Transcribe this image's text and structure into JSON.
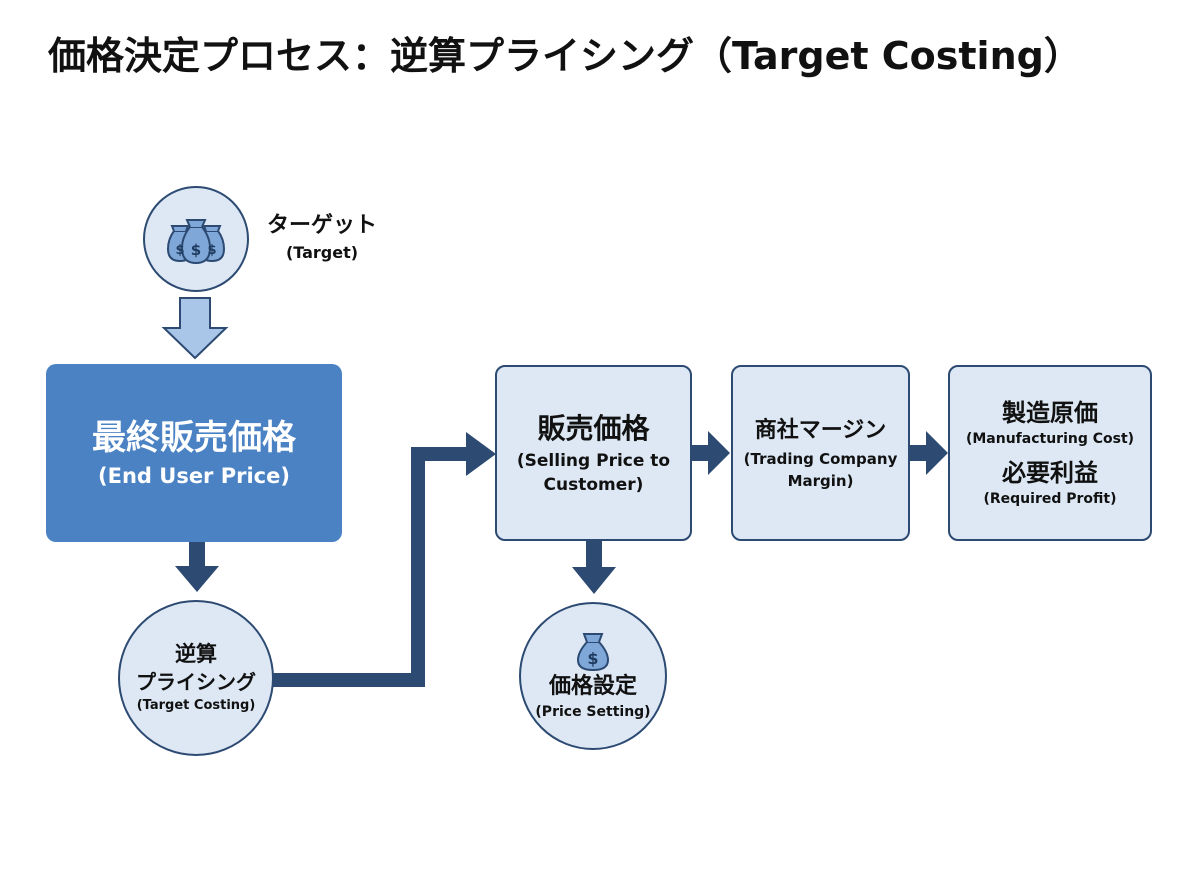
{
  "title": "価格決定プロセス：逆算プライシング（Target Costing）",
  "target": {
    "jp": "ターゲット",
    "en": "(Target)"
  },
  "end_user": {
    "jp": "最終販売価格",
    "en": "(End User Price)"
  },
  "reverse": {
    "jp1": "逆算",
    "jp2": "プライシング",
    "en": "(Target Costing)"
  },
  "selling": {
    "jp": "販売価格",
    "en1": "(Selling Price to",
    "en2": "Customer)"
  },
  "trading": {
    "jp": "商社マージン",
    "en1": "(Trading Company",
    "en2": "Margin)"
  },
  "manufacturing": {
    "jp1": "製造原価",
    "en1": "(Manufacturing Cost)",
    "jp2": "必要利益",
    "en2": "(Required Profit)"
  },
  "price_setting": {
    "jp": "価格設定",
    "en": "(Price Setting)"
  },
  "colors": {
    "accent": "#4a82c4",
    "light_fill": "#dde8f4",
    "stroke": "#2c4a72",
    "arrow_dark": "#2c4a72",
    "arrow_light": "#a9c6e8"
  },
  "icons": {
    "target": "money-bags-icon",
    "price_setting": "money-bag-icon"
  }
}
